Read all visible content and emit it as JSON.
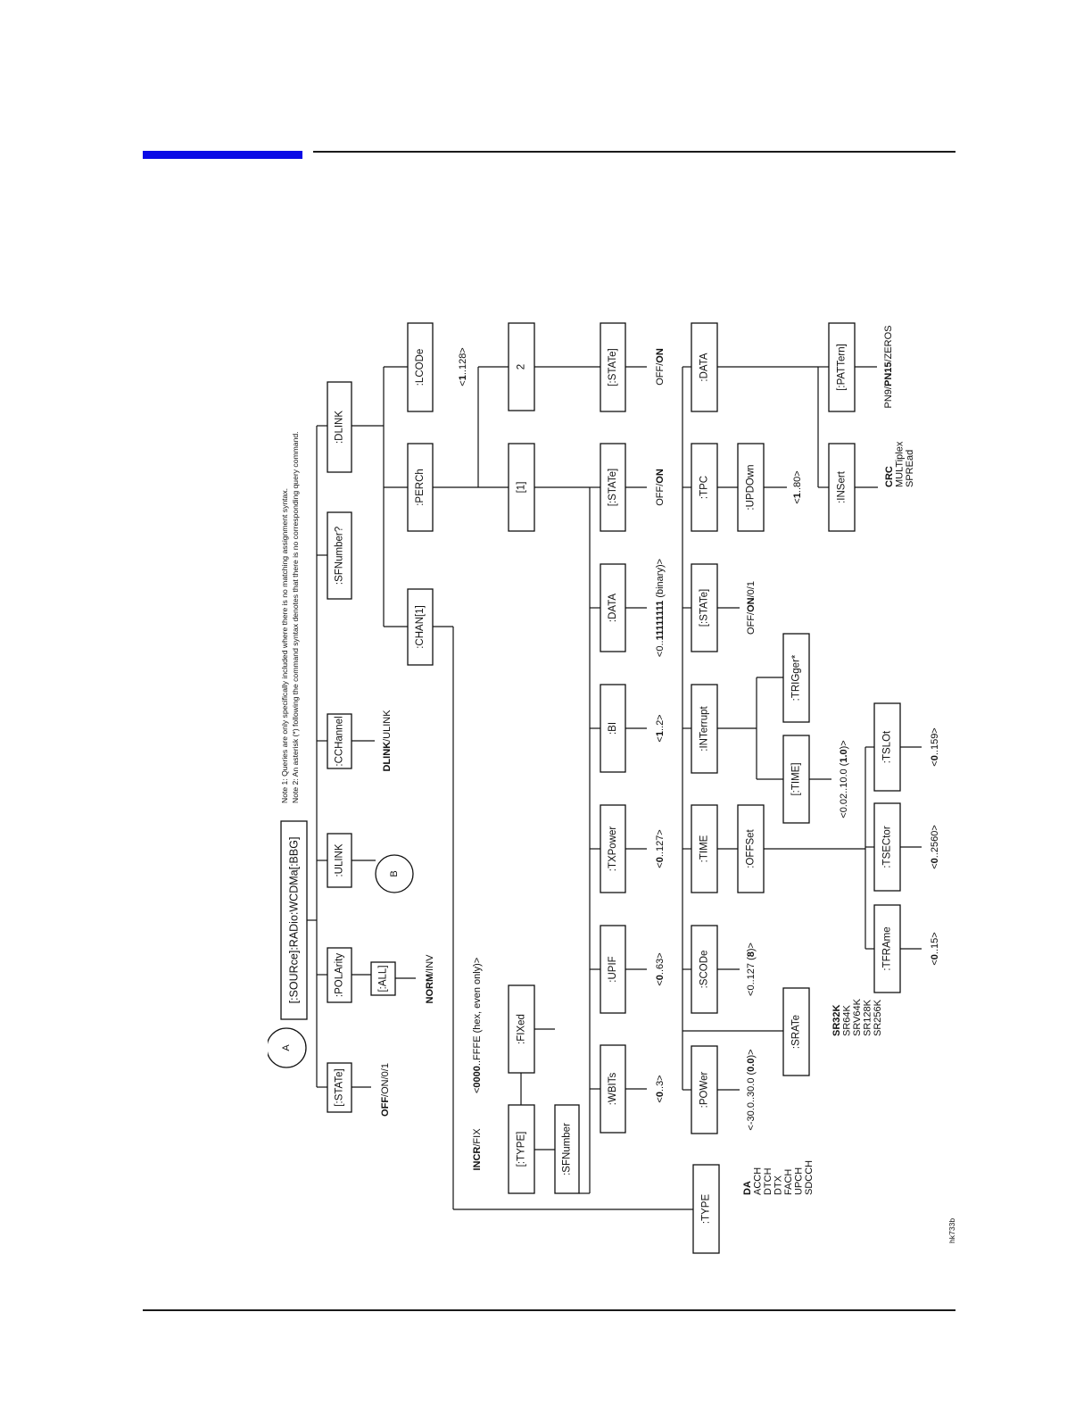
{
  "header": {
    "accent_color": "#0a0ae6"
  },
  "diagram": {
    "notes": [
      "Note 1:  Queries are only specifically included where there is no matching assignment syntax.",
      "Note 2:  An asterisk (*) following the command syntax denotes that there is no corresponding query command."
    ],
    "connector_a": "A",
    "connector_b": "B",
    "figure_id": "hk733b",
    "nodes": [
      {
        "id": "root",
        "label": "[:SOURce]:RADio:WCDMa[:BBG]"
      },
      {
        "id": "state1",
        "label": "[:STATe]"
      },
      {
        "id": "polarity",
        "label": ":POLArity"
      },
      {
        "id": "all",
        "label": "[:ALL]"
      },
      {
        "id": "ulink",
        "label": ":ULINK"
      },
      {
        "id": "cchannel",
        "label": ":CCHannel"
      },
      {
        "id": "sfnumber_q",
        "label": ":SFNumber?"
      },
      {
        "id": "dlink",
        "label": ":DLINK"
      },
      {
        "id": "lcode",
        "label": ":LCODe"
      },
      {
        "id": "perch",
        "label": ":PERCh"
      },
      {
        "id": "chan",
        "label": ":CHAN[1]"
      },
      {
        "id": "p1",
        "label": "[1]"
      },
      {
        "id": "p2",
        "label": "2"
      },
      {
        "id": "p2state",
        "label": "[:STATe]"
      },
      {
        "id": "p1state",
        "label": "[:STATe]"
      },
      {
        "id": "pdata",
        "label": ":DATA"
      },
      {
        "id": "bi",
        "label": ":BI"
      },
      {
        "id": "txpower",
        "label": ":TXPower"
      },
      {
        "id": "upif",
        "label": ":UPIF"
      },
      {
        "id": "wbits",
        "label": ":WBITs"
      },
      {
        "id": "sfnumber",
        "label": ":SFNumber"
      },
      {
        "id": "ptype",
        "label": "[:TYPE]"
      },
      {
        "id": "fixed",
        "label": ":FIXed"
      },
      {
        "id": "data2",
        "label": ":DATA"
      },
      {
        "id": "tpc",
        "label": ":TPC"
      },
      {
        "id": "updown",
        "label": ":UPDOwn"
      },
      {
        "id": "cstate",
        "label": "[:STATe]"
      },
      {
        "id": "interrupt",
        "label": ":INTerrupt"
      },
      {
        "id": "trigger",
        "label": ":TRIGger*"
      },
      {
        "id": "itime",
        "label": "[:TIME]"
      },
      {
        "id": "time",
        "label": ":TIME"
      },
      {
        "id": "offset",
        "label": ":OFFSet"
      },
      {
        "id": "scode",
        "label": ":SCODe"
      },
      {
        "id": "power",
        "label": ":POWer"
      },
      {
        "id": "srate",
        "label": ":SRATe"
      },
      {
        "id": "tframe",
        "label": ":TFRAme"
      },
      {
        "id": "tsector",
        "label": ":TSECtor"
      },
      {
        "id": "tslot",
        "label": ":TSLOt"
      },
      {
        "id": "insert",
        "label": ":INSert"
      },
      {
        "id": "pattern",
        "label": "[:PATTern]"
      },
      {
        "id": "type",
        "label": ":TYPE"
      }
    ],
    "params": [
      {
        "id": "state1_v",
        "parts": [
          {
            "t": "OFF",
            "b": true
          },
          {
            "t": "/ON/0/1",
            "b": false
          }
        ]
      },
      {
        "id": "all_v",
        "parts": [
          {
            "t": "NORM",
            "b": true
          },
          {
            "t": "/INV",
            "b": false
          }
        ]
      },
      {
        "id": "cchannel_v",
        "parts": [
          {
            "t": "DLINK",
            "b": true
          },
          {
            "t": "/ULINK",
            "b": false
          }
        ]
      },
      {
        "id": "lcode_v",
        "parts": [
          {
            "t": "<",
            "b": false
          },
          {
            "t": "1",
            "b": true
          },
          {
            "t": "..128>",
            "b": false
          }
        ]
      },
      {
        "id": "p2state_v",
        "parts": [
          {
            "t": "OFF/",
            "b": false
          },
          {
            "t": "ON",
            "b": true
          }
        ]
      },
      {
        "id": "p1state_v",
        "parts": [
          {
            "t": "OFF/",
            "b": false
          },
          {
            "t": "ON",
            "b": true
          }
        ]
      },
      {
        "id": "pdata_v",
        "parts": [
          {
            "t": "<0..",
            "b": false
          },
          {
            "t": "11111111",
            "b": true
          },
          {
            "t": " (binary)>",
            "b": false
          }
        ]
      },
      {
        "id": "bi_v",
        "parts": [
          {
            "t": "<",
            "b": false
          },
          {
            "t": "1",
            "b": true
          },
          {
            "t": "..2>",
            "b": false
          }
        ]
      },
      {
        "id": "txpower_v",
        "parts": [
          {
            "t": "<",
            "b": false
          },
          {
            "t": "0",
            "b": true
          },
          {
            "t": "..127>",
            "b": false
          }
        ]
      },
      {
        "id": "upif_v",
        "parts": [
          {
            "t": "<",
            "b": false
          },
          {
            "t": "0",
            "b": true
          },
          {
            "t": "..63>",
            "b": false
          }
        ]
      },
      {
        "id": "wbits_v",
        "parts": [
          {
            "t": "<",
            "b": false
          },
          {
            "t": "0",
            "b": true
          },
          {
            "t": "..3>",
            "b": false
          }
        ]
      },
      {
        "id": "ptype_v",
        "parts": [
          {
            "t": "INCR",
            "b": true
          },
          {
            "t": "/FIX",
            "b": false
          }
        ]
      },
      {
        "id": "fixed_v",
        "parts": [
          {
            "t": "<",
            "b": false
          },
          {
            "t": "0000",
            "b": true
          },
          {
            "t": "..FFFE (hex, even only)>",
            "b": false
          }
        ]
      },
      {
        "id": "cstate_v",
        "parts": [
          {
            "t": "OFF/",
            "b": false
          },
          {
            "t": "ON",
            "b": true
          },
          {
            "t": "/0/1",
            "b": false
          }
        ]
      },
      {
        "id": "updown_v",
        "parts": [
          {
            "t": "<",
            "b": false
          },
          {
            "t": "1",
            "b": true
          },
          {
            "t": "..80>",
            "b": false
          }
        ]
      },
      {
        "id": "itime_v",
        "parts": [
          {
            "t": "<0.02..10.0 (",
            "b": false
          },
          {
            "t": "1.0",
            "b": true
          },
          {
            "t": ")>",
            "b": false
          }
        ]
      },
      {
        "id": "scode_v",
        "parts": [
          {
            "t": "<0..127 (",
            "b": false
          },
          {
            "t": "8",
            "b": true
          },
          {
            "t": ")>",
            "b": false
          }
        ]
      },
      {
        "id": "power_v",
        "parts": [
          {
            "t": "<-30.0..30.0 (",
            "b": false
          },
          {
            "t": "0.0",
            "b": true
          },
          {
            "t": ")>",
            "b": false
          }
        ]
      },
      {
        "id": "tframe_v",
        "parts": [
          {
            "t": "<",
            "b": false
          },
          {
            "t": "0",
            "b": true
          },
          {
            "t": "..15>",
            "b": false
          }
        ]
      },
      {
        "id": "tsector_v",
        "parts": [
          {
            "t": "<",
            "b": false
          },
          {
            "t": "0",
            "b": true
          },
          {
            "t": "..2560>",
            "b": false
          }
        ]
      },
      {
        "id": "tslot_v",
        "parts": [
          {
            "t": "<",
            "b": false
          },
          {
            "t": "0",
            "b": true
          },
          {
            "t": "..159>",
            "b": false
          }
        ]
      },
      {
        "id": "pattern_v",
        "parts": [
          {
            "t": "PN9/",
            "b": false
          },
          {
            "t": "PN15",
            "b": true
          },
          {
            "t": "/ZEROS",
            "b": false
          }
        ]
      }
    ],
    "lists": [
      {
        "id": "type_list",
        "items": [
          {
            "t": "DA",
            "b": true
          },
          {
            "t": "ACCH",
            "b": false
          },
          {
            "t": "DTCH",
            "b": false
          },
          {
            "t": "DTX",
            "b": false
          },
          {
            "t": "FACH",
            "b": false
          },
          {
            "t": "UPCH",
            "b": false
          },
          {
            "t": "SDCCH",
            "b": false
          }
        ]
      },
      {
        "id": "srate_list",
        "items": [
          {
            "t": "SR32K",
            "b": true
          },
          {
            "t": "SR64K",
            "b": false
          },
          {
            "t": "SRV64K",
            "b": false
          },
          {
            "t": "SR128K",
            "b": false
          },
          {
            "t": "SR256K",
            "b": false
          }
        ]
      },
      {
        "id": "insert_list",
        "items": [
          {
            "t": "CRC",
            "b": true
          },
          {
            "t": "MULTiplex",
            "b": false
          },
          {
            "t": "SPREad",
            "b": false
          }
        ]
      }
    ]
  }
}
